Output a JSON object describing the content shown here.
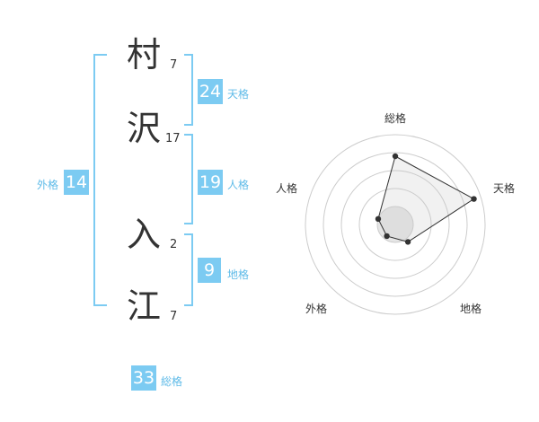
{
  "name_chars": [
    {
      "char": "村",
      "strokes": "7"
    },
    {
      "char": "沢",
      "strokes": "17"
    },
    {
      "char": "入",
      "strokes": "2"
    },
    {
      "char": "江",
      "strokes": "7"
    }
  ],
  "fortunes": {
    "tenkaku": {
      "value": "24",
      "label": "天格"
    },
    "jinkaku": {
      "value": "19",
      "label": "人格"
    },
    "chikaku": {
      "value": "9",
      "label": "地格"
    },
    "gaikaku": {
      "value": "14",
      "label": "外格"
    },
    "soukaku": {
      "value": "33",
      "label": "総格"
    }
  },
  "colors": {
    "accent": "#7ccbf2",
    "accent_text": "#5fbbe8",
    "text": "#333333",
    "grid": "#cccccc"
  },
  "chart_data": {
    "type": "radar",
    "axes": [
      "総格",
      "天格",
      "地格",
      "外格",
      "人格"
    ],
    "levels": 5,
    "values": [
      3.8,
      4.6,
      1.2,
      0.8,
      1.0
    ]
  }
}
